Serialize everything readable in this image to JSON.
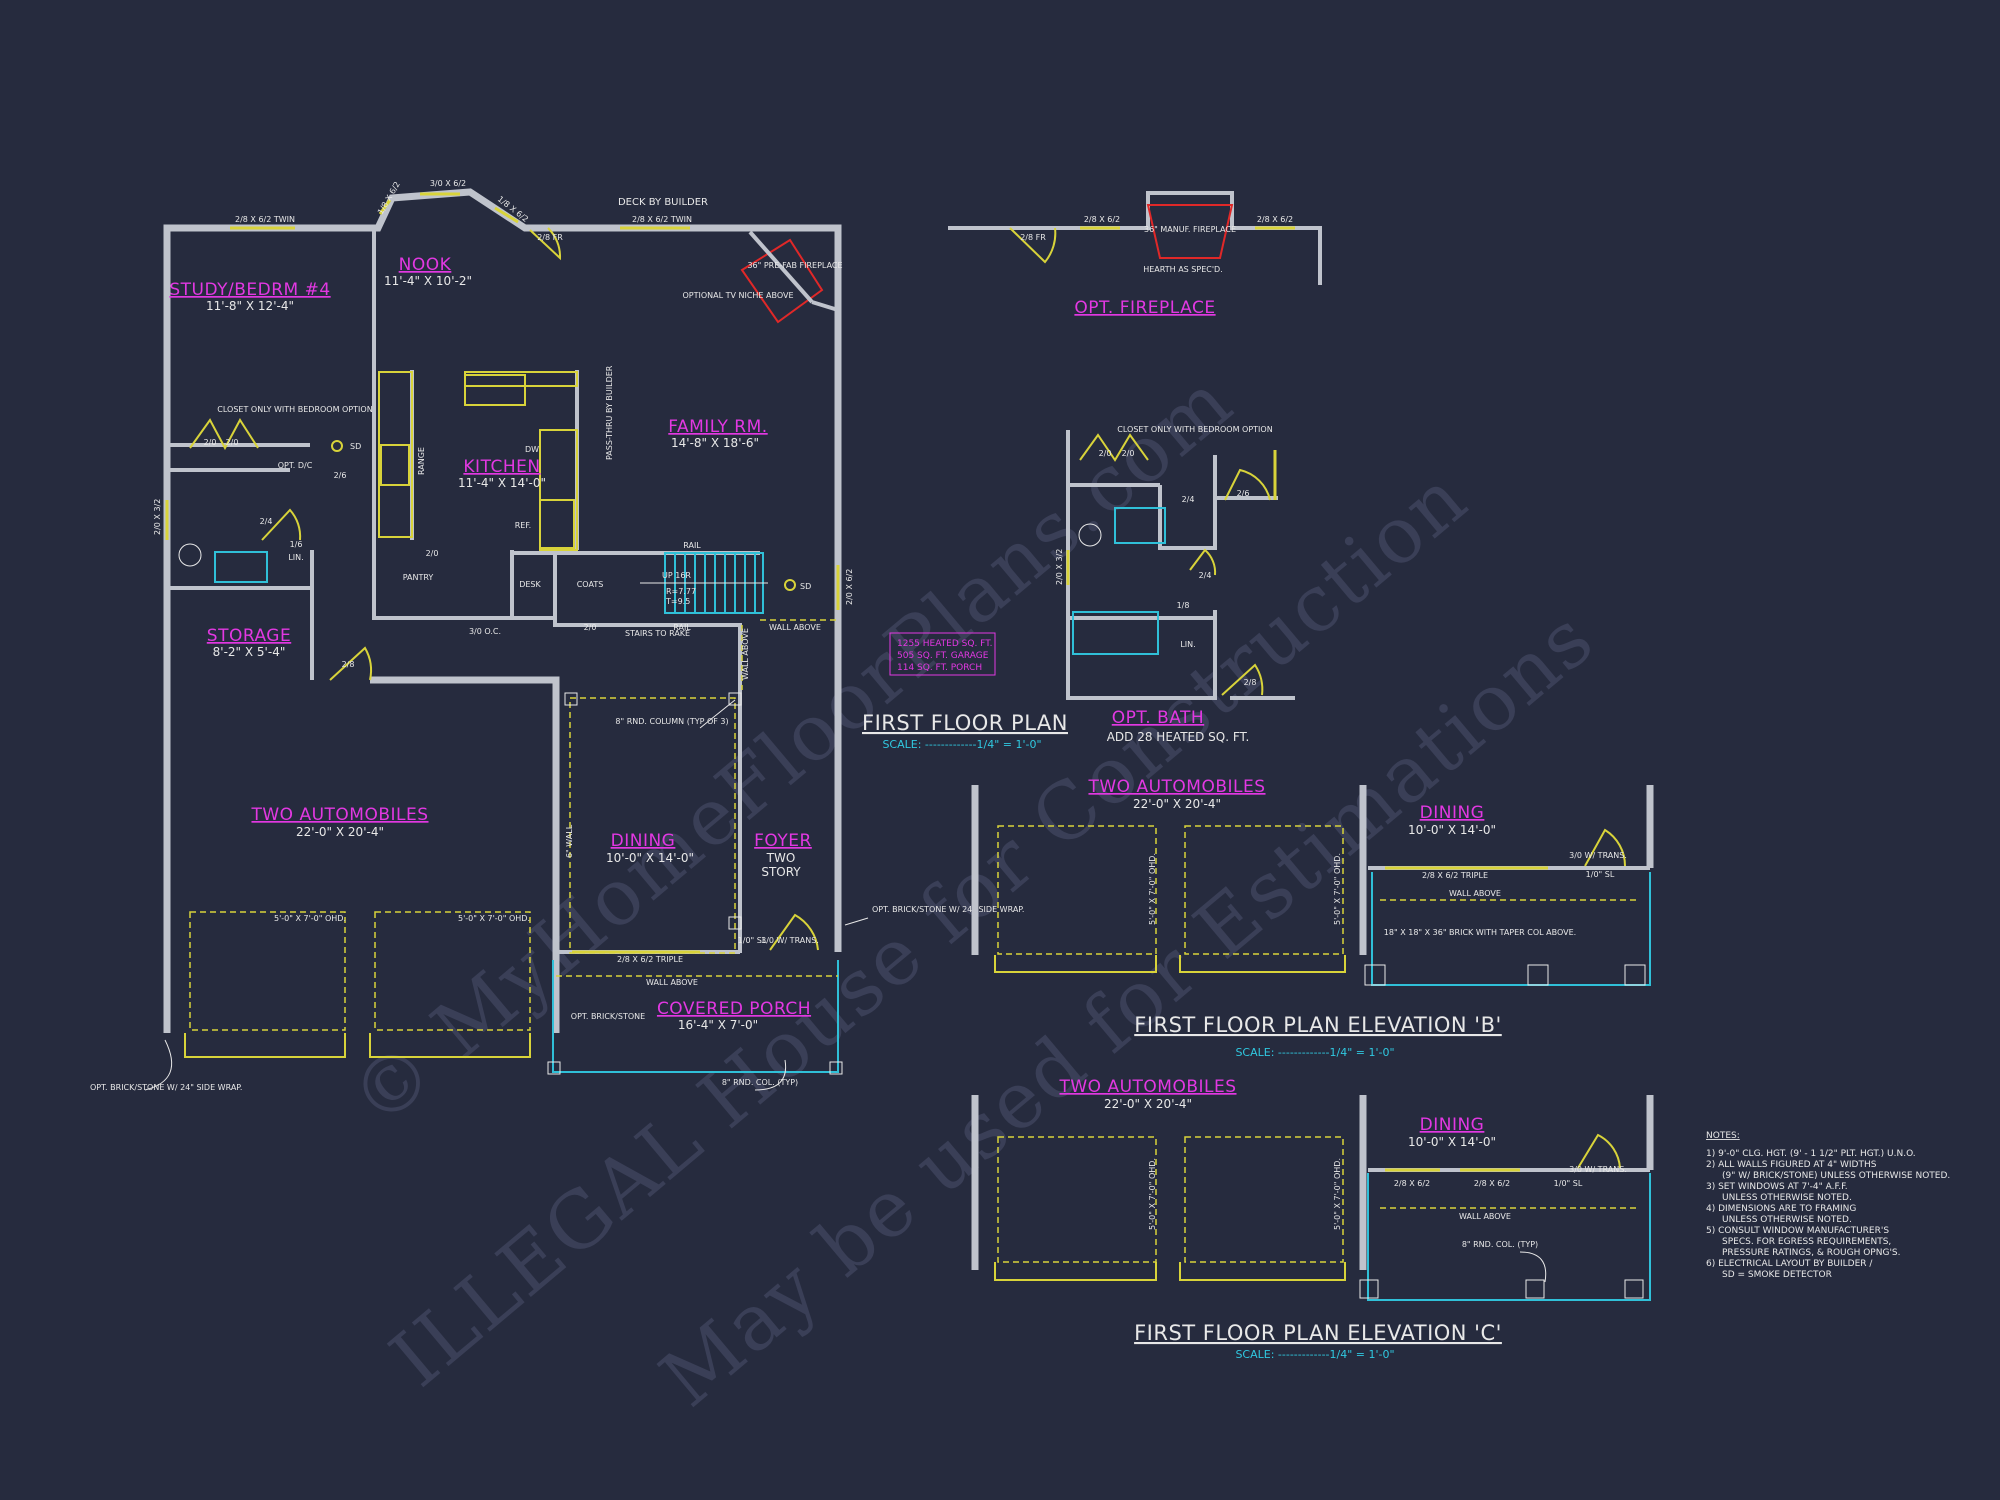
{
  "watermark": {
    "line1": "© MyHomeFloorPlans.com",
    "line2": "ILLEGAL House for Construction",
    "line3": "May be used for Estimations"
  },
  "colors": {
    "background": "#262b3e",
    "walls": "#bfc3cc",
    "room_labels": "#e238e2",
    "windows_fixtures": "#d8d33a",
    "porch_lines": "#30c0d8",
    "fireplace": "#e02828",
    "scale_text": "#30c8e0"
  },
  "rooms": {
    "study": {
      "name": "STUDY/BEDRM #4",
      "dims": "11'-8\" X 12'-4\""
    },
    "nook": {
      "name": "NOOK",
      "dims": "11'-4\" X 10'-2\""
    },
    "family": {
      "name": "FAMILY RM.",
      "dims": "14'-8\" X 18'-6\""
    },
    "kitchen": {
      "name": "KITCHEN",
      "dims": "11'-4\" X 14'-0\""
    },
    "storage": {
      "name": "STORAGE",
      "dims": "8'-2\" X 5'-4\""
    },
    "garage": {
      "name": "TWO AUTOMOBILES",
      "dims": "22'-0\" X 20'-4\""
    },
    "dining": {
      "name": "DINING",
      "dims": "10'-0\" X 14'-0\""
    },
    "foyer": {
      "name": "FOYER",
      "dims": "TWO",
      "note": "STORY"
    },
    "porch": {
      "name": "COVERED PORCH",
      "dims": "16'-4\" X 7'-0\""
    },
    "opt_fireplace": {
      "name": "OPT. FIREPLACE"
    },
    "opt_bath": {
      "name": "OPT. BATH",
      "note": "ADD 28 HEATED SQ. FT."
    }
  },
  "labels": {
    "deck": "DECK BY BUILDER",
    "win_study": "2/8 X 6/2 TWIN",
    "win_bay_l": "1/8 X 6/2",
    "win_bay_c": "3/0 X 6/2",
    "win_bay_r": "1/8 X 6/2",
    "win_family": "2/8 X 6/2 TWIN",
    "door_2_8_fr": "2/8 FR",
    "fireplace": "36\" PRE-FAB FIREPLACE",
    "tv_niche": "OPTIONAL TV NICHE ABOVE",
    "closet_opt": "CLOSET ONLY WITH BEDROOM OPTION",
    "d_2_0": "2/0",
    "d_2_0b": "2/0",
    "opt_dc": "OPT. D/C",
    "d_2_6": "2/6",
    "sd": "SD",
    "range": "RANGE",
    "dw": "DW",
    "pass_thru": "PASS-THRU BY BUILDER",
    "ref": "REF.",
    "pantry": "PANTRY",
    "d_2_0_pantry": "2/0",
    "desk": "DESK",
    "coats": "COATS",
    "rail_top": "RAIL",
    "rail_bot": "RAIL",
    "stairs_up": "UP 16R",
    "stairs_r": "R=7.77",
    "stairs_t": "T=9.5",
    "sd2": "SD",
    "opening": "3/0 O.C.",
    "d_2_0_coat": "2/0",
    "stairs_rake": "STAIRS TO RAKE",
    "wall_above_r": "WALL ABOVE",
    "wall_above_v": "WALL ABOVE",
    "win_side": "2/0 X 6/2",
    "win_left": "2/0 X 3/2",
    "d_2_4": "2/4",
    "d_1_6": "1/6",
    "lin": "LIN.",
    "d_2_8_storage": "2/8",
    "column_note": "8\" RND. COLUMN (TYP OF 3)",
    "wall_6in": "6\" WALL",
    "ohd_left": "5'-0\" X 7'-0\" OHD.",
    "ohd_right": "5'-0\" X 7'-0\" OHD.",
    "triple_win": "2/8 X 6/2 TRIPLE",
    "front_door": "3/0 W/ TRANS.",
    "sidelight": "1/0\" SL",
    "wall_above_porch": "WALL ABOVE",
    "brick_porch": "OPT. BRICK/STONE",
    "brick_right": "OPT. BRICK/STONE W/ 24\" SIDE WRAP.",
    "brick_left": "OPT. BRICK/STONE W/ 24\" SIDE WRAP.",
    "col_typ": "8\" RND. COL. (TYP)"
  },
  "area_summary": {
    "heated": "1255 HEATED SQ. FT.",
    "garage": "505 SQ. FT. GARAGE",
    "porch": "114 SQ. FT. PORCH"
  },
  "titles": {
    "first_floor": {
      "title": "FIRST FLOOR PLAN",
      "scale": "SCALE: -------------1/4\" = 1'-0\""
    },
    "elev_b": {
      "title": "FIRST FLOOR PLAN ELEVATION 'B'",
      "scale": "SCALE: -------------1/4\" = 1'-0\""
    },
    "elev_c": {
      "title": "FIRST FLOOR PLAN ELEVATION 'C'",
      "scale": "SCALE: -------------1/4\" = 1'-0\""
    }
  },
  "opt_fireplace_labels": {
    "door": "2/8 FR",
    "win_l": "2/8 X 6/2",
    "fp": "36\" MANUF. FIREPLACE",
    "hearth": "HEARTH AS SPEC'D.",
    "win_r": "2/8 X 6/2"
  },
  "opt_bath_labels": {
    "closet": "CLOSET ONLY WITH BEDROOM OPTION",
    "d1": "2/0",
    "d2": "2/0",
    "d3": "2/4",
    "d4": "2/6",
    "d5": "2/4",
    "d6": "1/8",
    "lin": "LIN.",
    "d7": "2/8",
    "win": "2/0 X 3/2"
  },
  "elev_b": {
    "garage_name": "TWO AUTOMOBILES",
    "garage_dims": "22'-0\" X 20'-4\"",
    "dining_name": "DINING",
    "dining_dims": "10'-0\" X 14'-0\"",
    "ohd_l": "5'-0\" X 7'-0\" OHD.",
    "ohd_r": "5'-0\" X 7'-0\" OHD.",
    "triple": "2/8 X 6/2 TRIPLE",
    "door": "3/0 W/ TRANS.",
    "sl": "1/0\" SL",
    "wall_above": "WALL ABOVE",
    "col": "18\" X 18\" X 36\" BRICK WITH TAPER COL ABOVE."
  },
  "elev_c": {
    "garage_name": "TWO AUTOMOBILES",
    "garage_dims": "22'-0\" X 20'-4\"",
    "dining_name": "DINING",
    "dining_dims": "10'-0\" X 14'-0\"",
    "ohd_l": "5'-0\" X 7'-0\" OHD.",
    "ohd_r": "5'-0\" X 7'-0\" OHD.",
    "win_a": "2/8 X 6/2",
    "win_b": "2/8 X 6/2",
    "door": "3/0 W/ TRANS.",
    "sl": "1/0\" SL",
    "wall_above": "WALL ABOVE",
    "col": "8\" RND. COL. (TYP)"
  },
  "notes": {
    "heading": "NOTES:",
    "items": [
      "1) 9'-0\" CLG. HGT. (9' - 1 1/2\" PLT. HGT.) U.N.O.",
      "2) ALL WALLS FIGURED AT 4\" WIDTHS",
      "(9\" W/ BRICK/STONE) UNLESS OTHERWISE NOTED.",
      "3) SET WINDOWS AT 7'-4\" A.F.F.",
      "UNLESS OTHERWISE NOTED.",
      "4) DIMENSIONS ARE TO FRAMING",
      "UNLESS OTHERWISE NOTED.",
      "5) CONSULT WINDOW MANUFACTURER'S",
      "SPECS. FOR EGRESS REQUIREMENTS,",
      "PRESSURE RATINGS, & ROUGH OPNG'S.",
      "6) ELECTRICAL LAYOUT BY BUILDER /",
      "SD = SMOKE DETECTOR"
    ]
  }
}
